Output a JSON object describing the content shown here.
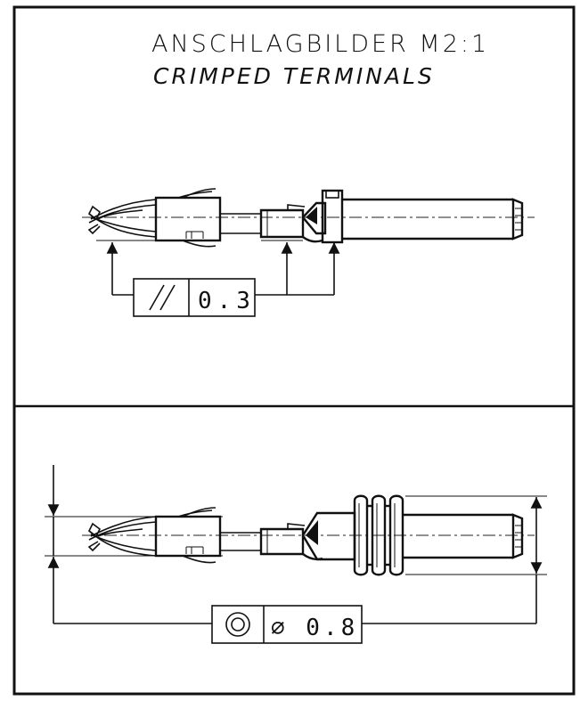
{
  "title": {
    "line1": "ANSCHLAGBILDER M2:1",
    "line2": "CRIMPED TERMINALS"
  },
  "top_view": {
    "tolerance_symbol": "parallelism-icon",
    "tolerance_value": "0.3"
  },
  "bottom_view": {
    "tolerance_symbol": "concentricity-icon",
    "tolerance_value": "∅ 0.8"
  }
}
